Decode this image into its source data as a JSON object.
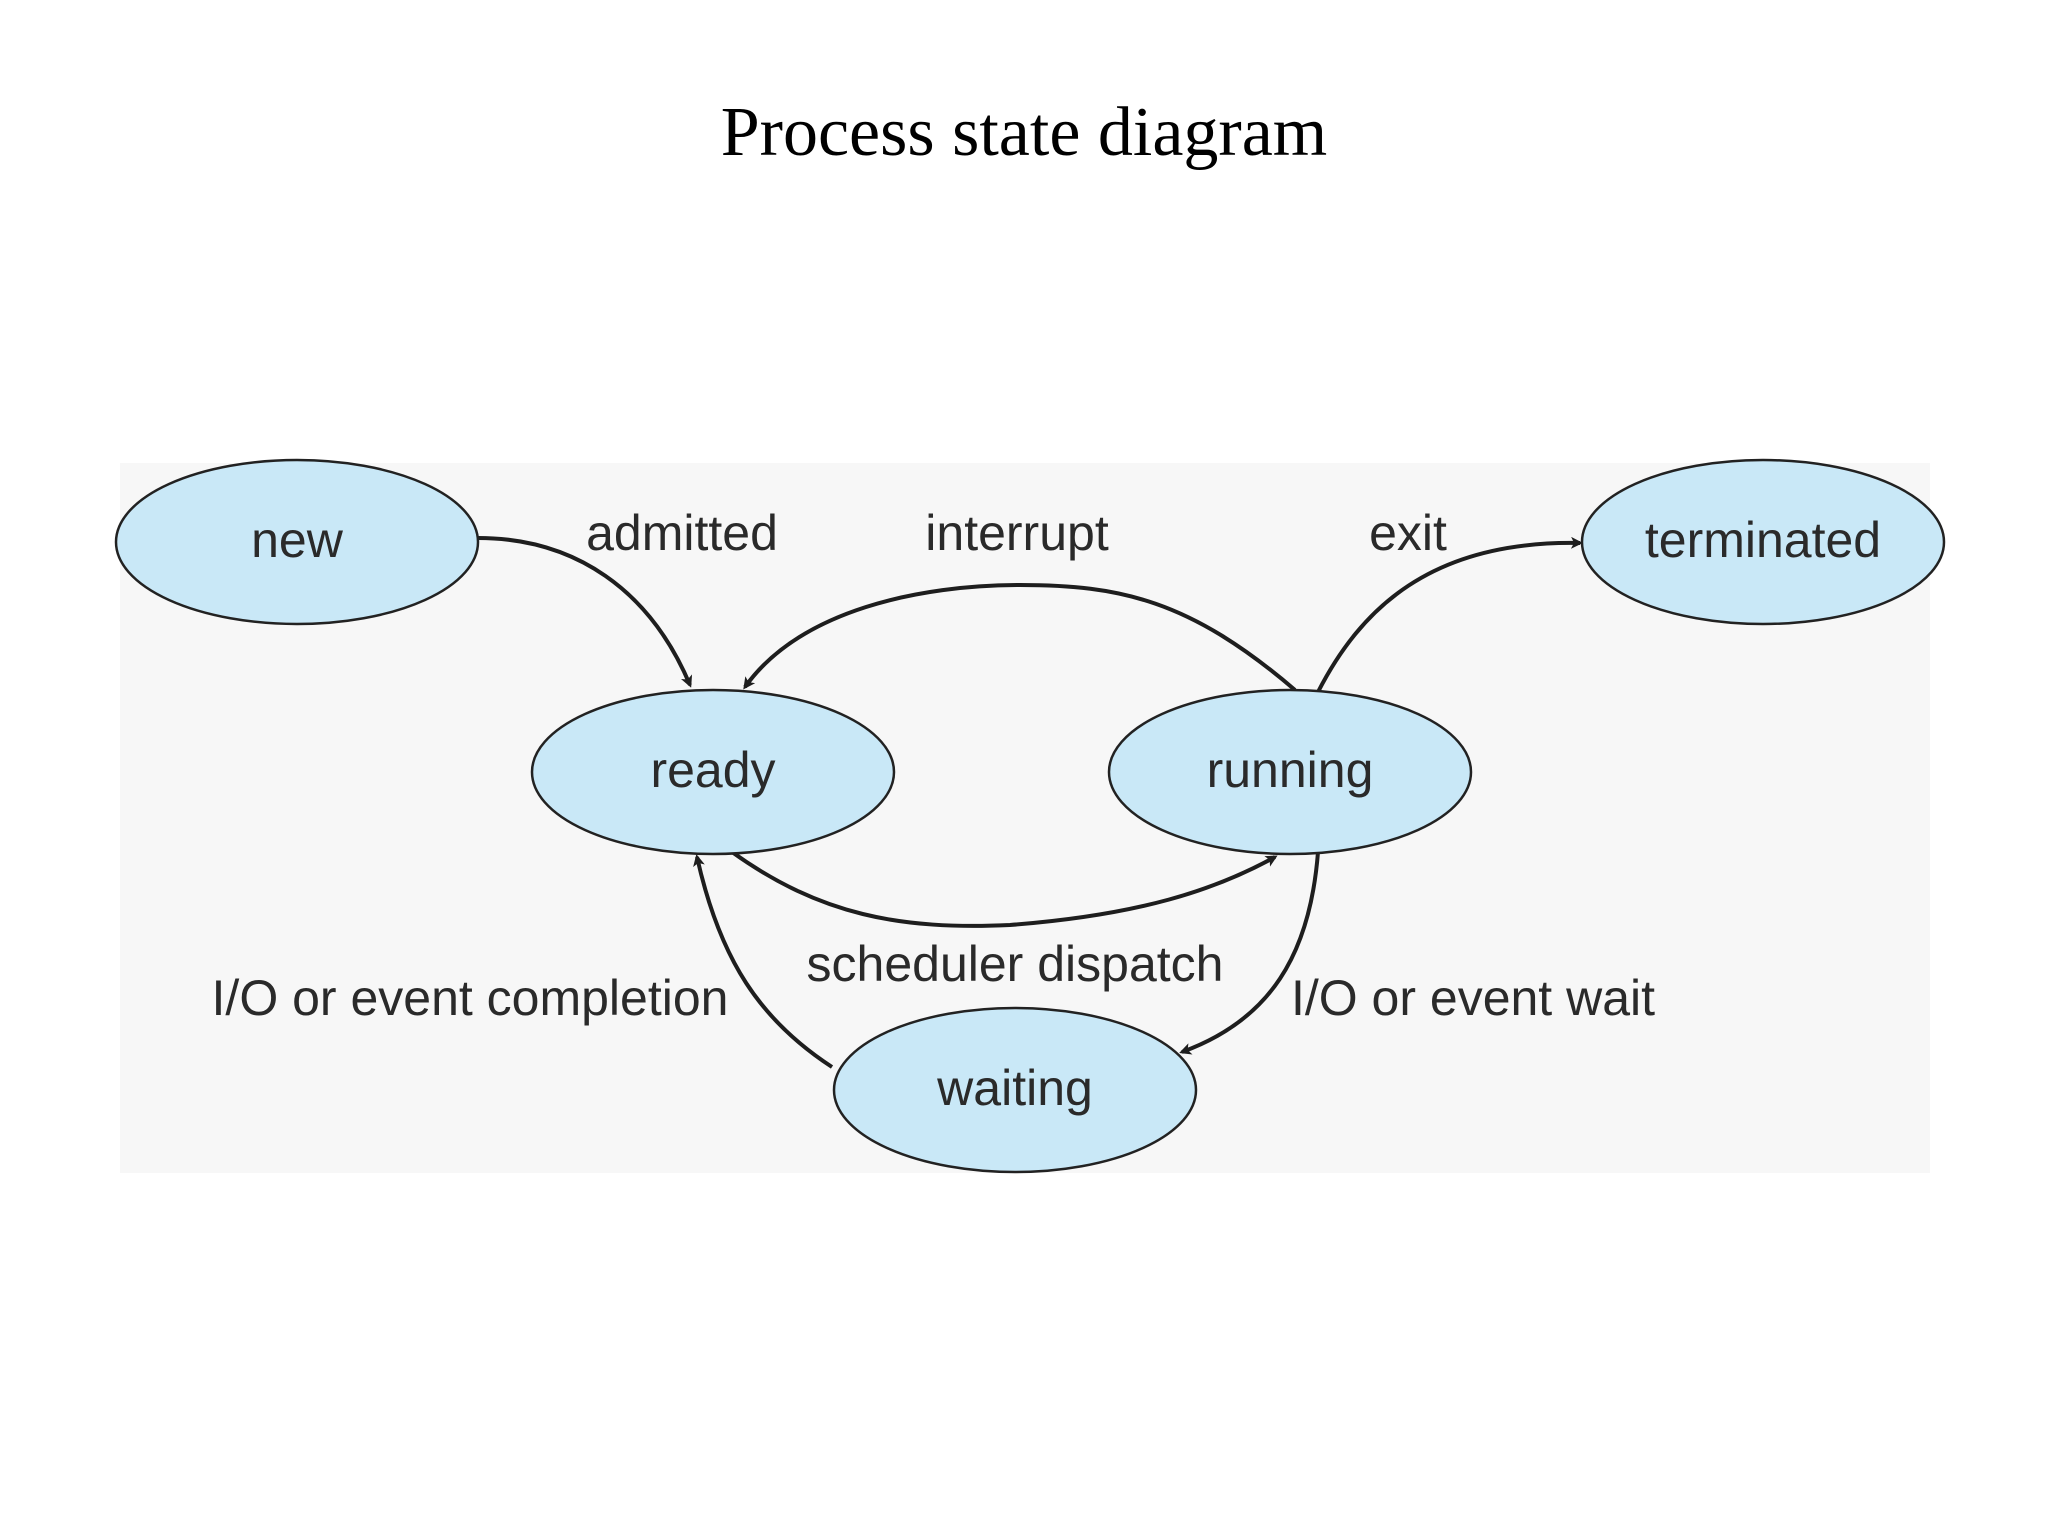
{
  "title": "Process state diagram",
  "colors": {
    "state_fill": "#c9e8f7",
    "panel_background": "#f7f7f7",
    "line": "#1e1e1e",
    "text": "#2a2a2a"
  },
  "states": {
    "new": "new",
    "ready": "ready",
    "running": "running",
    "waiting": "waiting",
    "terminated": "terminated"
  },
  "transitions": {
    "admitted": "admitted",
    "interrupt": "interrupt",
    "exit": "exit",
    "scheduler_dispatch": "scheduler dispatch",
    "io_event_completion": "I/O or event completion",
    "io_event_wait": "I/O or event wait"
  }
}
